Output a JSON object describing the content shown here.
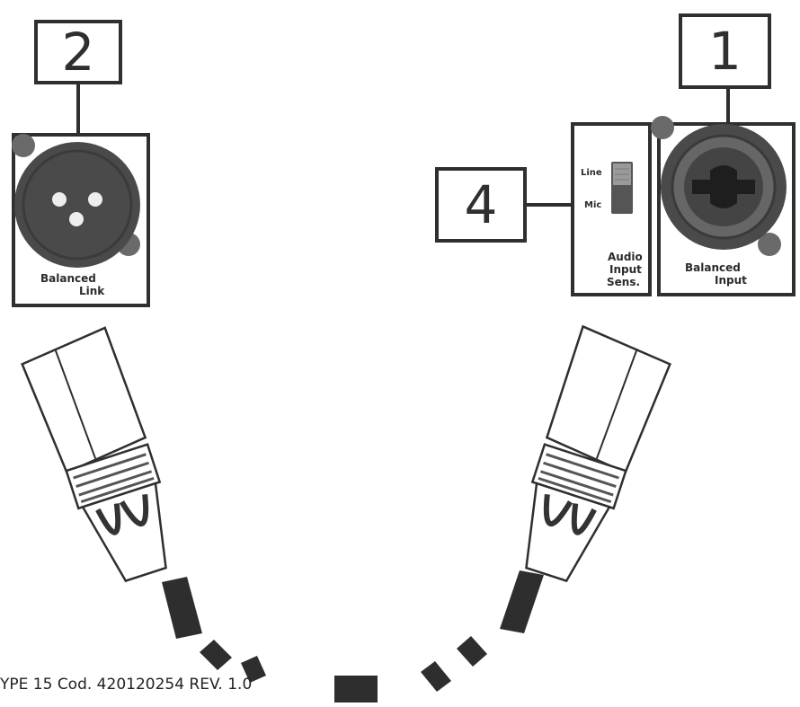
{
  "callouts": {
    "c1": "1",
    "c2": "2",
    "c4": "4"
  },
  "link_panel": {
    "line1": "Balanced",
    "line2": "Link"
  },
  "input_panel": {
    "line1": "Balanced",
    "line2": "Input"
  },
  "sens_panel": {
    "line_label": "Line",
    "mic_label": "Mic",
    "title_1": "Audio",
    "title_2": "Input",
    "title_3": "Sens."
  },
  "footer": {
    "text": "YPE 15  Cod. 420120254 REV. 1.0"
  },
  "colors": {
    "frame": "#2f2f2f",
    "connector_dark": "#4a4a4a",
    "screw": "#6a6a6a",
    "cable": "#2e2e2e"
  }
}
